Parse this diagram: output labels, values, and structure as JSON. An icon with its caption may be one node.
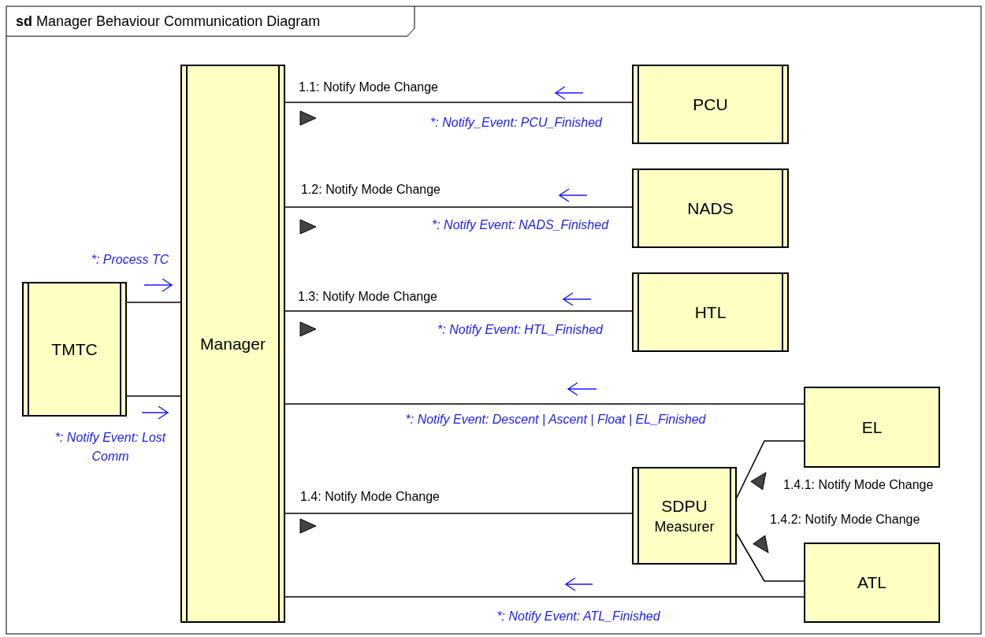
{
  "diagram": {
    "title": "**sd** Manager Behaviour Communication Diagram",
    "nodes": [
      {
        "text": [
          "Manager"
        ]
      },
      {
        "text": [
          "PCU"
        ]
      },
      {
        "text": [
          "NADS"
        ]
      },
      {
        "text": [
          "HTL"
        ]
      },
      {
        "text": [
          "TMTC"
        ]
      },
      {
        "text": [
          "EL"
        ]
      },
      {
        "text": [
          "SDPU",
          "Measurer"
        ]
      },
      {
        "text": [
          "ATL"
        ]
      }
    ],
    "edges": [
      {
        "from": 4,
        "to": 0,
        "arrow": "none"
      },
      {
        "from": 4,
        "to": 0,
        "arrow": "none"
      },
      {
        "from": 0,
        "to": 1,
        "arrow": "none"
      },
      {
        "from": 0,
        "to": 2,
        "arrow": "none"
      },
      {
        "from": 0,
        "to": 3,
        "arrow": "none"
      },
      {
        "from": 0,
        "to": 5,
        "arrow": "none"
      },
      {
        "from": 0,
        "to": 6,
        "arrow": "none"
      },
      {
        "from": 0,
        "to": 7,
        "arrow": "none"
      },
      {
        "from": 6,
        "to": 5,
        "arrow": "none"
      },
      {
        "from": 6,
        "to": 7,
        "arrow": "none"
      }
    ],
    "labels": [
      "1.1: Notify Mode Change",
      "*: Notify_Event: PCU_Finished",
      "1.2: Notify Mode Change",
      "*: Notify Event: NADS_Finished",
      "*: Process TC",
      "1.3: Notify Mode Change",
      "*: Notify Event: HTL_Finished",
      "*: Notify Event: Descent | Ascent | Float | EL_Finished",
      "*: Notify Event: Lost Comm",
      "1.4: Notify Mode Change",
      "1.4.1: Notify Mode Change",
      "1.4.2: Notify Mode Change",
      "*: Notify Event: ATL_Finished"
    ]
  }
}
